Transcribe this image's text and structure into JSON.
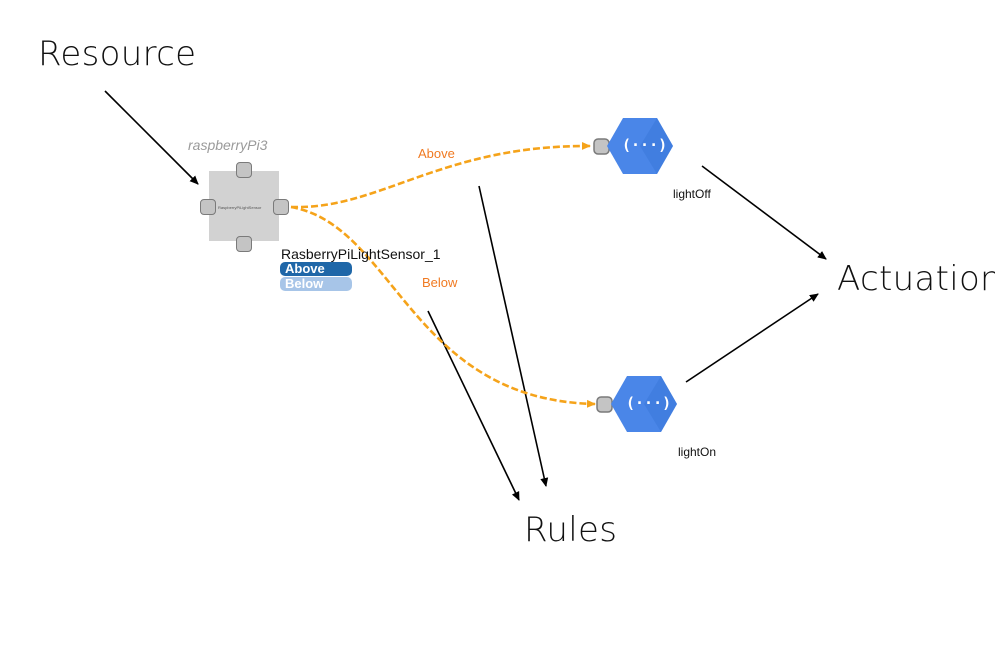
{
  "callouts": {
    "resource": "Resource",
    "actuation": "Actuation",
    "rules": "Rules"
  },
  "device": {
    "name": "raspberryPi3",
    "inner_label": "RaspberryPiLightSensor",
    "sensor_name": "RasberryPiLightSensor_1",
    "rules": [
      "Above",
      "Below"
    ]
  },
  "edges": {
    "above_label": "Above",
    "below_label": "Below"
  },
  "functions": {
    "light_off": "lightOff",
    "light_on": "lightOn",
    "icon_glyph": "(···)"
  },
  "colors": {
    "edge": "#f5a31a",
    "edge_label": "#f07a22",
    "function_hex": "#4a86e8",
    "rule_selected": "#1f67a8",
    "rule_unselected": "#a7c5e8",
    "device_body": "#d2d2d2"
  },
  "icons": {
    "function": "cloud-function-hexagon-icon",
    "port": "connector-port-icon"
  }
}
